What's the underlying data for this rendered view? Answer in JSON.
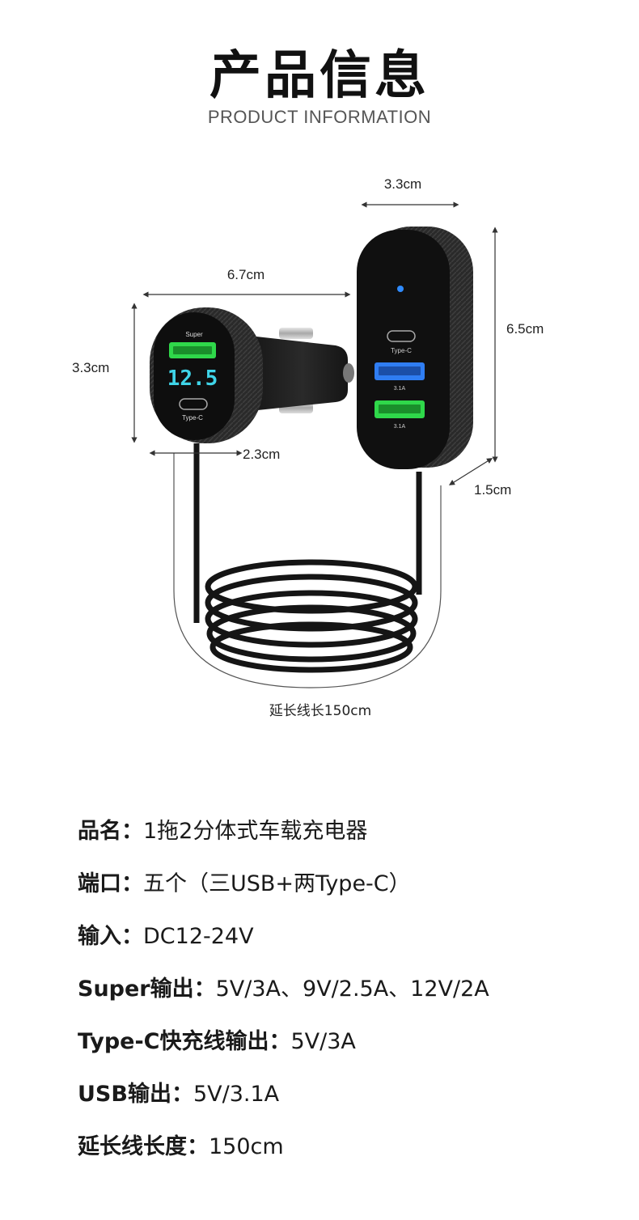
{
  "header": {
    "title": "产品信息",
    "subtitle": "PRODUCT INFORMATION"
  },
  "diagram": {
    "dim_box_width": "3.3cm",
    "dim_box_height": "6.5cm",
    "dim_box_depth": "1.5cm",
    "dim_total_width": "6.7cm",
    "dim_plug_height": "3.3cm",
    "dim_plug_depth": "2.3cm",
    "cable_label": "延长线长150cm",
    "plug_face": {
      "super_label": "Super",
      "display_value": "12.5",
      "typec_label": "Type-C"
    },
    "box_face": {
      "typec_label": "Type-C",
      "usb1_label": "3.1A",
      "usb2_label": "3.1A"
    },
    "colors": {
      "body": "#1c1c1c",
      "usb_green": "#2fd84a",
      "usb_blue": "#2f7df2",
      "display_cyan": "#3fd4e8",
      "led_blue": "#2f8bff"
    }
  },
  "specs": [
    {
      "label": "品名：",
      "value": "1拖2分体式车载充电器"
    },
    {
      "label": "端口：",
      "value": "五个（三USB+两Type-C）"
    },
    {
      "label": "输入：",
      "value": "DC12-24V"
    },
    {
      "label": "Super输出：",
      "value": "5V/3A、9V/2.5A、12V/2A"
    },
    {
      "label": "Type-C快充线输出：",
      "value": "5V/3A"
    },
    {
      "label": "USB输出：",
      "value": "5V/3.1A"
    },
    {
      "label": "延长线长度：",
      "value": "150cm"
    }
  ]
}
